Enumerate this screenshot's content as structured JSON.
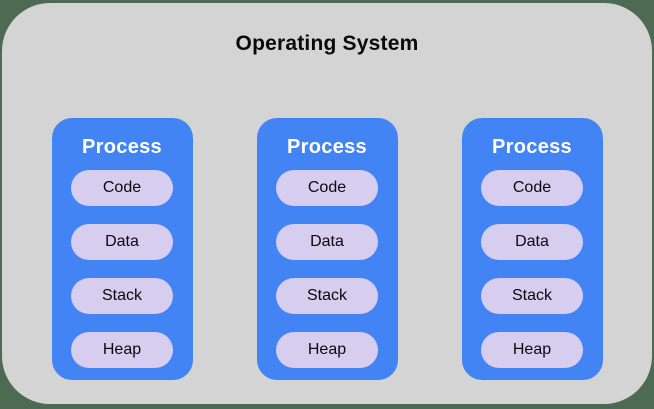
{
  "diagram": {
    "title": "Operating System",
    "processes": [
      {
        "title": "Process",
        "segments": [
          "Code",
          "Data",
          "Stack",
          "Heap"
        ]
      },
      {
        "title": "Process",
        "segments": [
          "Code",
          "Data",
          "Stack",
          "Heap"
        ]
      },
      {
        "title": "Process",
        "segments": [
          "Code",
          "Data",
          "Stack",
          "Heap"
        ]
      }
    ],
    "colors": {
      "page_background": "#4c6b52",
      "container_background": "#d4d4d4",
      "process_background": "#4384f4",
      "segment_background": "#d7cdef",
      "title_text": "#0a0a0a",
      "process_title_text": "#ffffff"
    }
  }
}
